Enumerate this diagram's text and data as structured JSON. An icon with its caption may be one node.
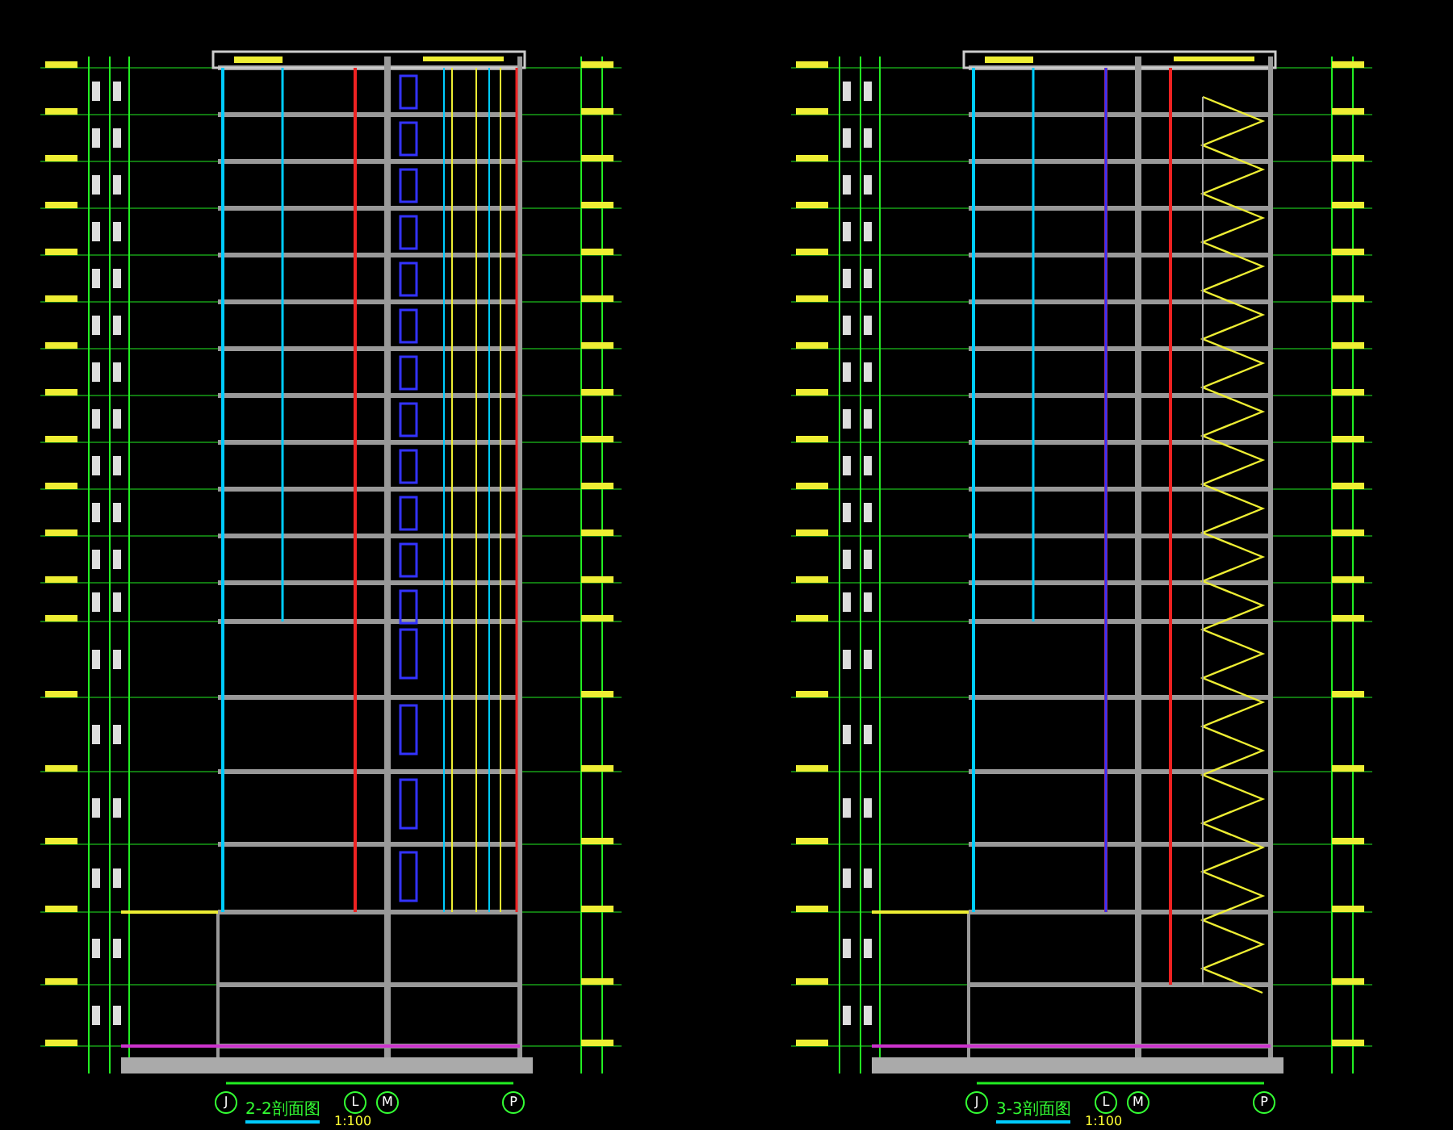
{
  "diagram": {
    "nodes": [
      {
        "text": [
          "J"
        ]
      },
      {
        "text": [
          "L"
        ]
      },
      {
        "text": [
          "M"
        ]
      },
      {
        "text": [
          "P"
        ]
      },
      {
        "text": [
          "J"
        ]
      },
      {
        "text": [
          "L"
        ]
      },
      {
        "text": [
          "M"
        ]
      },
      {
        "text": [
          "P"
        ]
      }
    ],
    "labels": [
      "2-2剖面图",
      "1:100",
      "3-3剖面图",
      "1:100"
    ]
  }
}
